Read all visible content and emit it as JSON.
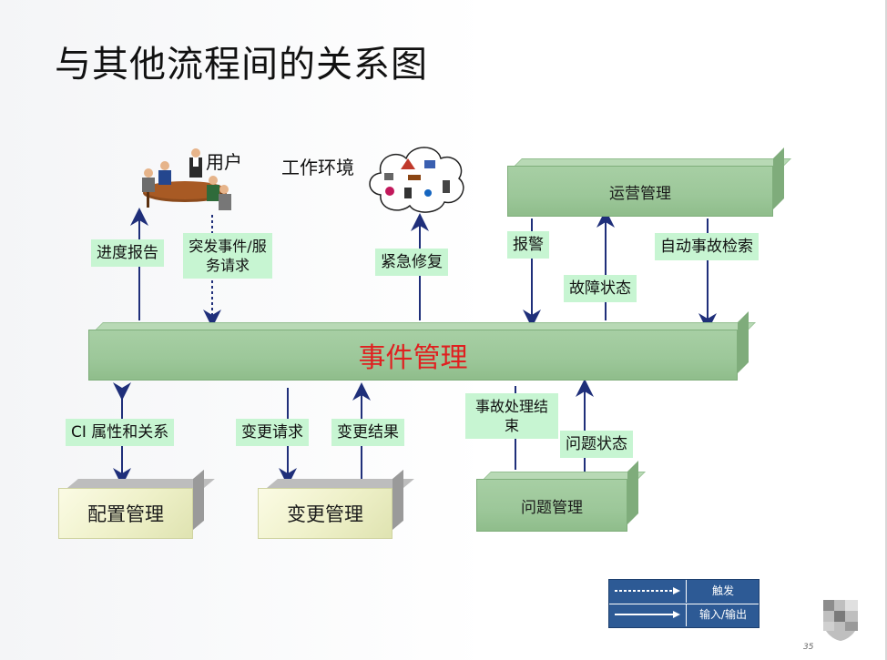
{
  "title": "与其他流程间的关系图",
  "nodes": {
    "incident": "事件管理",
    "operations": "运营管理",
    "config": "配置管理",
    "change": "变更管理",
    "problem": "问题管理",
    "users": "用户",
    "environment": "工作环境"
  },
  "labels": {
    "progress_report": "进度报告",
    "incident_request": "突发事件/服务请求",
    "emergency_fix": "紧急修复",
    "alarm": "报警",
    "fault_status": "故障状态",
    "auto_search": "自动事故检索",
    "ci_attr": "CI 属性和关系",
    "change_request": "变更请求",
    "change_result": "变更结果",
    "incident_close": "事故处理结束",
    "problem_status": "问题状态"
  },
  "legend": {
    "trigger": "触发",
    "io": "输入/输出"
  },
  "page_number": "35",
  "colors": {
    "green_box": "#9cc799",
    "label_bg": "#c7f5d2",
    "arrow": "#1f2f7a",
    "incident_text": "#e02020",
    "legend_bg": "#2d5a95"
  }
}
